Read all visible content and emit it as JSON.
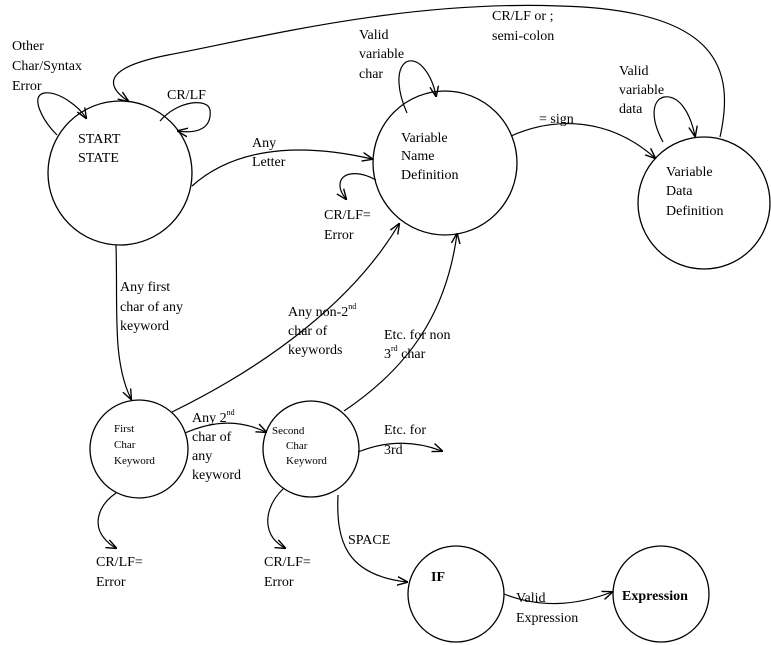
{
  "nodes": {
    "start": [
      "START",
      "STATE"
    ],
    "var_name": [
      "Variable",
      "Name",
      "Definition"
    ],
    "var_data": [
      "Variable",
      "Data",
      "Definition"
    ],
    "first_char": [
      "First",
      "Char",
      "Keyword"
    ],
    "second_char": [
      "Second",
      "Char",
      "Keyword"
    ],
    "if": "IF",
    "expression": "Expression"
  },
  "edges": {
    "start_self": [
      "Other",
      "Char/Syntax",
      "Error"
    ],
    "start_crlf": "CR/LF",
    "any_letter": [
      "Any",
      "Letter"
    ],
    "var_name_self": [
      "Valid",
      "variable",
      "char"
    ],
    "var_name_error": [
      "CR/LF=",
      "Error"
    ],
    "equals_sign": "= sign",
    "var_data_self": [
      "Valid",
      "variable",
      "data"
    ],
    "return_top": [
      "CR/LF or ;",
      "semi-colon"
    ],
    "any_first_char": [
      "Any first",
      "char of any",
      "keyword"
    ],
    "non_second": {
      "line1": "Any non-2",
      "sup": "nd",
      "line2": "char of",
      "line3": "keywords"
    },
    "non_third": {
      "line1": "Etc. for non",
      "line2": "3",
      "sup": "rd",
      "line2b": " char"
    },
    "any_second": {
      "line1": "Any 2",
      "sup": "nd",
      "line2": "char of",
      "line3": "any",
      "line4": "keyword"
    },
    "etc_third": [
      "Etc. for",
      "3rd"
    ],
    "first_error": [
      "CR/LF=",
      "Error"
    ],
    "second_error": [
      "CR/LF=",
      "Error"
    ],
    "space": "SPACE",
    "valid_expression": [
      "Valid",
      "Expression"
    ]
  }
}
